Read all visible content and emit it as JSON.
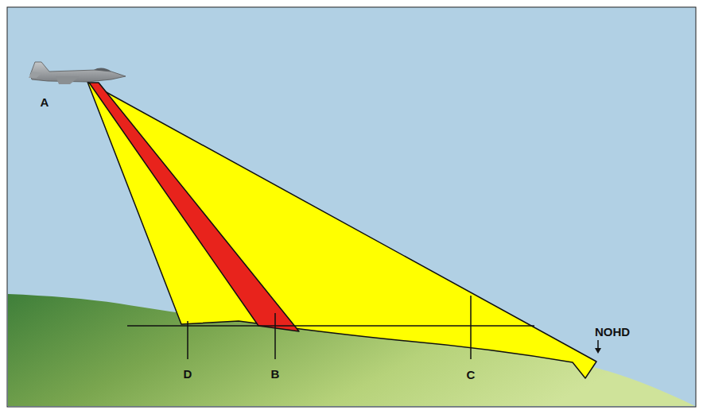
{
  "diagram": {
    "labels": [
      "A",
      "D",
      "B",
      "C",
      "NOHD"
    ]
  }
}
